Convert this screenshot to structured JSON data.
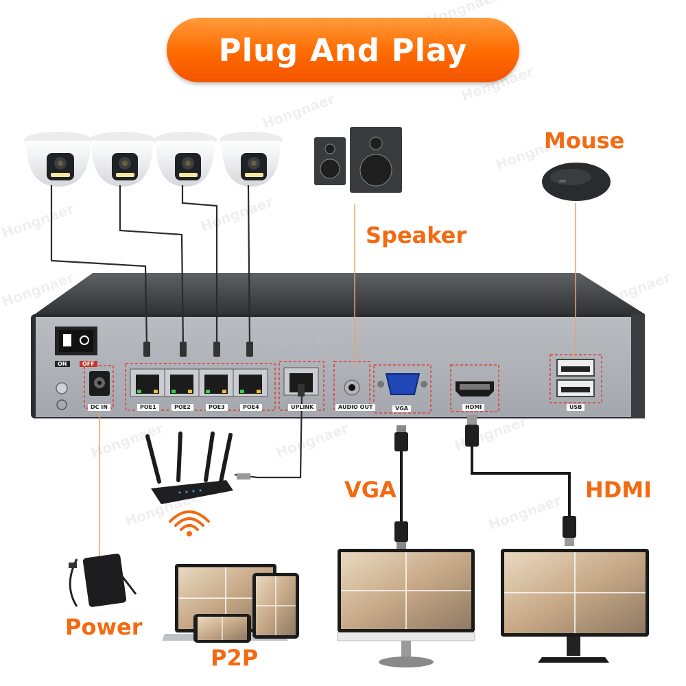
{
  "title": "Plug And Play",
  "labels": {
    "mouse": "Mouse",
    "speaker": "Speaker",
    "vga": "VGA",
    "hdmi": "HDMI",
    "power": "Power",
    "p2p": "P2P"
  },
  "nvr": {
    "switch_on": "ON",
    "switch_off": "OFF",
    "ports": [
      "DC IN",
      "POE1",
      "POE2",
      "POE3",
      "POE4",
      "UPLINK",
      "AUDIO OUT",
      "VGA",
      "HDMI",
      "USB"
    ],
    "website": "hongnaer.com"
  },
  "watermark": "Hongnaer",
  "colors": {
    "accent": "#f36a12",
    "banner": "#ff6a00",
    "cable_highlight": "#f0a060",
    "chassis": "#a9adb3"
  },
  "icons": [
    "dome-camera-icon",
    "speaker-icon",
    "mouse-icon",
    "router-icon",
    "wifi-icon",
    "power-adapter-icon",
    "laptop-icon",
    "tablet-icon",
    "phone-icon",
    "monitor-icon"
  ]
}
